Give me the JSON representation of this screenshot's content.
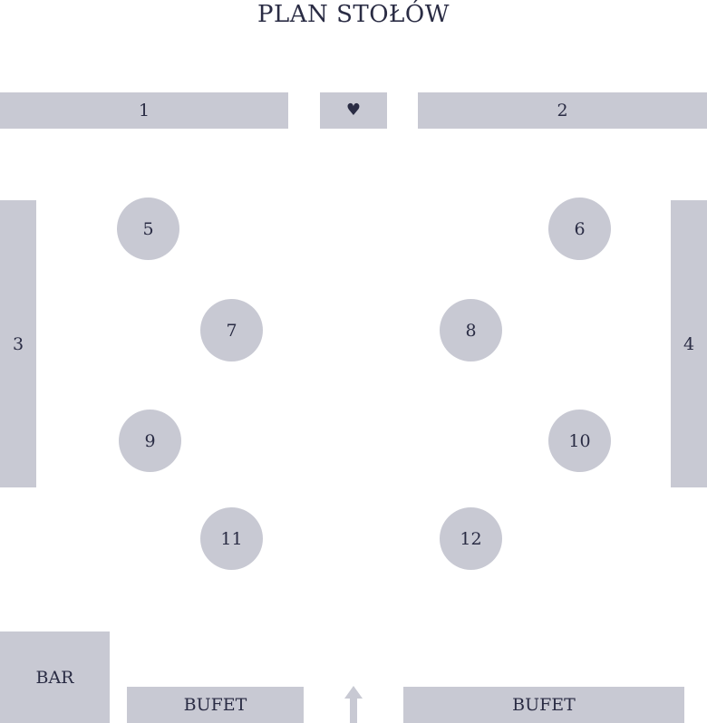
{
  "title": "PLAN STOŁÓW",
  "tables": {
    "t1": "1",
    "t2": "2",
    "t3": "3",
    "t4": "4",
    "t5": "5",
    "t6": "6",
    "t7": "7",
    "t8": "8",
    "t9": "9",
    "t10": "10",
    "t11": "11",
    "t12": "12"
  },
  "head_table_symbol": "♥",
  "bar_label": "BAR",
  "buffet_left_label": "BUFET",
  "buffet_right_label": "BUFET",
  "icons": {
    "entrance": "up-arrow-icon",
    "head_table": "heart-icon"
  },
  "colors": {
    "table_fill": "#c8c9d3",
    "text": "#2a2c44",
    "arrow": "#c8c9d3"
  }
}
